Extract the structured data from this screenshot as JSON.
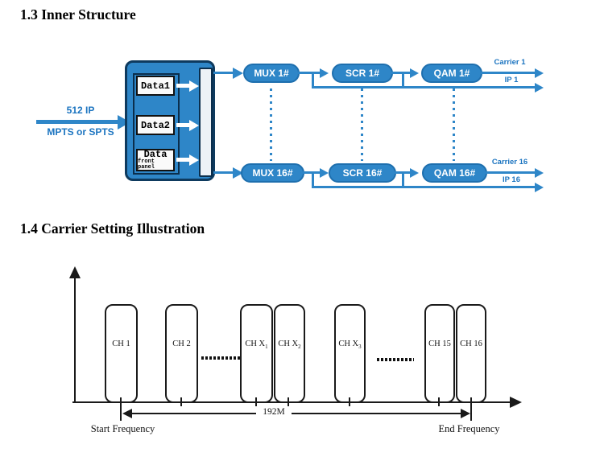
{
  "headings": {
    "inner_structure": "1.3 Inner Structure",
    "carrier_setting": "1.4 Carrier Setting Illustration"
  },
  "inner": {
    "input": {
      "top_label": "512 IP",
      "bottom_label": "MPTS or SPTS"
    },
    "device": {
      "slots": [
        {
          "label": "Data1",
          "sub": ""
        },
        {
          "label": "Data2",
          "sub": ""
        },
        {
          "label": "Data",
          "sub": "front panel"
        }
      ]
    },
    "rows": [
      {
        "mux": "MUX 1#",
        "scr": "SCR 1#",
        "qam": "QAM 1#",
        "carrier": "Carrier 1",
        "ip": "IP 1"
      },
      {
        "mux": "MUX 16#",
        "scr": "SCR 16#",
        "qam": "QAM 16#",
        "carrier": "Carrier 16",
        "ip": "IP 16"
      }
    ]
  },
  "carrier": {
    "channels": [
      {
        "text": "CH 1",
        "sub": ""
      },
      {
        "text": "CH 2",
        "sub": ""
      },
      {
        "text": "CH X",
        "sub": "1"
      },
      {
        "text": "CH X",
        "sub": "2"
      },
      {
        "text": "CH X",
        "sub": "3"
      },
      {
        "text": "CH 15",
        "sub": ""
      },
      {
        "text": "CH 16",
        "sub": ""
      }
    ],
    "span_label": "192M",
    "start_label": "Start Frequency",
    "end_label": "End Frequency"
  },
  "colors": {
    "blue": "#2e86c8",
    "navy_border": "#0e3a5e",
    "blue_text": "#1b74c0",
    "diagram_ink": "#1a1a1a"
  }
}
